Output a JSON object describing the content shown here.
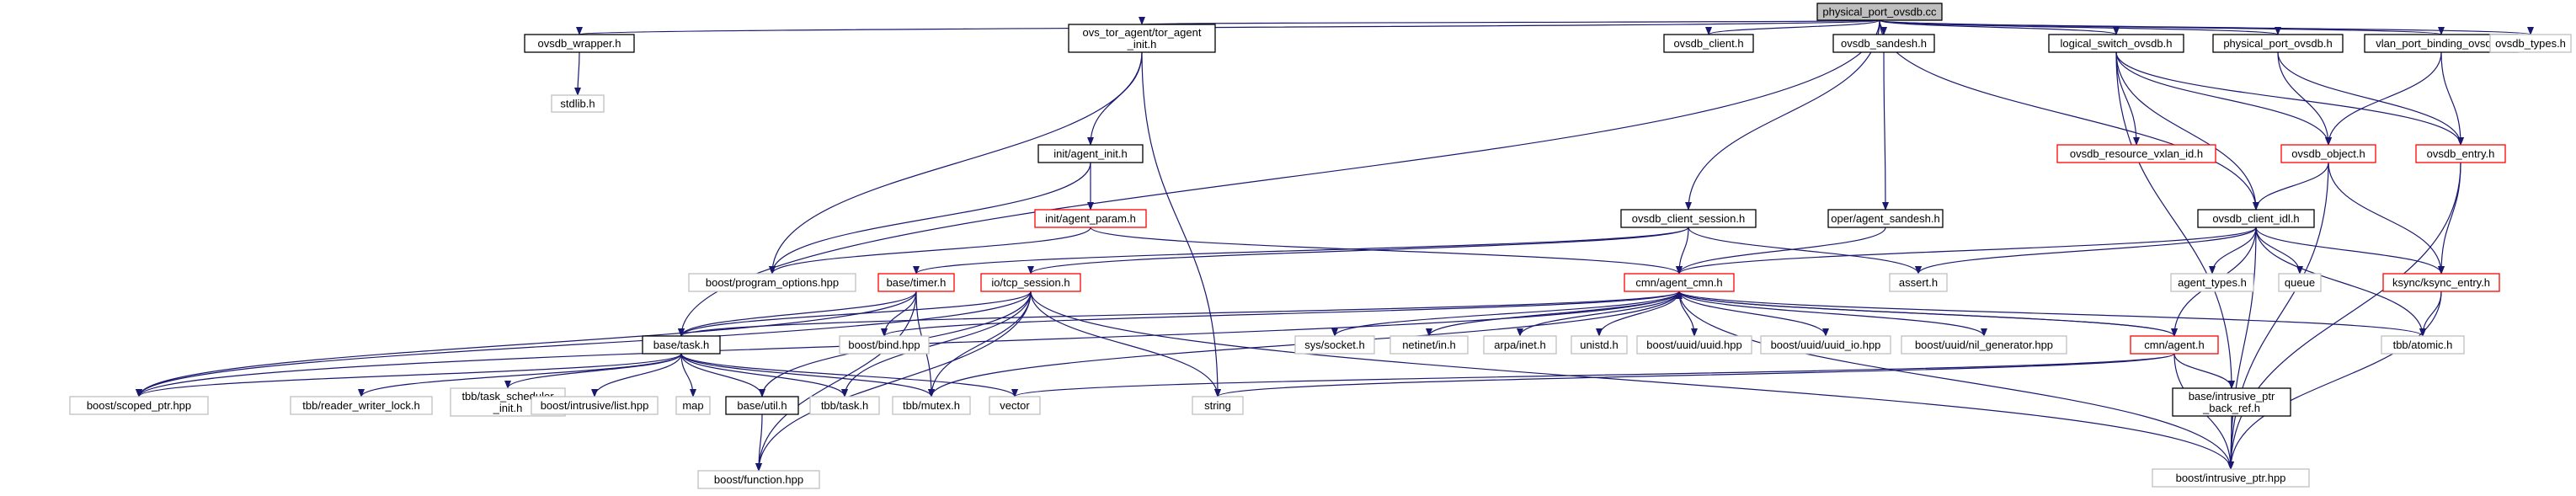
{
  "colors": {
    "edge": "#191970",
    "root_fill": "#bfbfbf",
    "root_border": "#000000",
    "documented_border": "#000000",
    "external_border": "#bfbfbf",
    "truncated_border": "#ff0000",
    "node_fill": "#ffffff"
  },
  "legend": {
    "root": "grey filled box",
    "documented": "black-bordered box",
    "external": "light-grey-bordered box",
    "truncated": "red-bordered box"
  },
  "nodes": [
    {
      "id": "n_root",
      "label": "physical_port_ovsdb.cc",
      "kind": "root"
    },
    {
      "id": "n_wrapper",
      "label": "ovsdb_wrapper.h",
      "kind": "documented"
    },
    {
      "id": "n_stdlib",
      "label": "stdlib.h",
      "kind": "external"
    },
    {
      "id": "n_ovs_tor",
      "label": "ovs_tor_agent/tor_agent\n_init.h",
      "kind": "documented"
    },
    {
      "id": "n_agent_init",
      "label": "init/agent_init.h",
      "kind": "documented"
    },
    {
      "id": "n_agent_param",
      "label": "init/agent_param.h",
      "kind": "truncated"
    },
    {
      "id": "n_program_options",
      "label": "boost/program_options.hpp",
      "kind": "external"
    },
    {
      "id": "n_ovsdb_client",
      "label": "ovsdb_client.h",
      "kind": "documented"
    },
    {
      "id": "n_sandesh",
      "label": "ovsdb_sandesh.h",
      "kind": "documented"
    },
    {
      "id": "n_oper_sandesh",
      "label": "oper/agent_sandesh.h",
      "kind": "documented"
    },
    {
      "id": "n_client_session",
      "label": "ovsdb_client_session.h",
      "kind": "documented"
    },
    {
      "id": "n_logical_switch",
      "label": "logical_switch_ovsdb.h",
      "kind": "documented"
    },
    {
      "id": "n_resource_vxlan",
      "label": "ovsdb_resource_vxlan_id.h",
      "kind": "truncated"
    },
    {
      "id": "n_physical_port",
      "label": "physical_port_ovsdb.h",
      "kind": "documented"
    },
    {
      "id": "n_vlan_port",
      "label": "vlan_port_binding_ovsdb.h",
      "kind": "documented"
    },
    {
      "id": "n_ovsdb_types",
      "label": "ovsdb_types.h",
      "kind": "external"
    },
    {
      "id": "n_ovsdb_object",
      "label": "ovsdb_object.h",
      "kind": "truncated"
    },
    {
      "id": "n_ovsdb_entry",
      "label": "ovsdb_entry.h",
      "kind": "truncated"
    },
    {
      "id": "n_client_idl",
      "label": "ovsdb_client_idl.h",
      "kind": "documented"
    },
    {
      "id": "n_base_timer",
      "label": "base/timer.h",
      "kind": "truncated"
    },
    {
      "id": "n_tcp_session",
      "label": "io/tcp_session.h",
      "kind": "truncated"
    },
    {
      "id": "n_agent_cmn",
      "label": "cmn/agent_cmn.h",
      "kind": "truncated"
    },
    {
      "id": "n_assert",
      "label": "assert.h",
      "kind": "external"
    },
    {
      "id": "n_agent_types",
      "label": "agent_types.h",
      "kind": "external"
    },
    {
      "id": "n_queue",
      "label": "queue",
      "kind": "external"
    },
    {
      "id": "n_ksync_entry",
      "label": "ksync/ksync_entry.h",
      "kind": "truncated"
    },
    {
      "id": "n_base_task",
      "label": "base/task.h",
      "kind": "documented"
    },
    {
      "id": "n_boost_bind",
      "label": "boost/bind.hpp",
      "kind": "external"
    },
    {
      "id": "n_sys_socket",
      "label": "sys/socket.h",
      "kind": "external"
    },
    {
      "id": "n_netinet",
      "label": "netinet/in.h",
      "kind": "external"
    },
    {
      "id": "n_arpa_inet",
      "label": "arpa/inet.h",
      "kind": "external"
    },
    {
      "id": "n_unistd",
      "label": "unistd.h",
      "kind": "external"
    },
    {
      "id": "n_uuid",
      "label": "boost/uuid/uuid.hpp",
      "kind": "external"
    },
    {
      "id": "n_uuid_io",
      "label": "boost/uuid/uuid_io.hpp",
      "kind": "external"
    },
    {
      "id": "n_nil_gen",
      "label": "boost/uuid/nil_generator.hpp",
      "kind": "external"
    },
    {
      "id": "n_cmn_agent",
      "label": "cmn/agent.h",
      "kind": "truncated"
    },
    {
      "id": "n_tbb_atomic",
      "label": "tbb/atomic.h",
      "kind": "external"
    },
    {
      "id": "n_scoped_ptr",
      "label": "boost/scoped_ptr.hpp",
      "kind": "external"
    },
    {
      "id": "n_rw_lock",
      "label": "tbb/reader_writer_lock.h",
      "kind": "external"
    },
    {
      "id": "n_task_sched",
      "label": "tbb/task_scheduler\n_init.h",
      "kind": "external"
    },
    {
      "id": "n_intrusive_list",
      "label": "boost/intrusive/list.hpp",
      "kind": "external"
    },
    {
      "id": "n_map",
      "label": "map",
      "kind": "external"
    },
    {
      "id": "n_base_util",
      "label": "base/util.h",
      "kind": "documented"
    },
    {
      "id": "n_tbb_task",
      "label": "tbb/task.h",
      "kind": "external"
    },
    {
      "id": "n_tbb_mutex",
      "label": "tbb/mutex.h",
      "kind": "external"
    },
    {
      "id": "n_vector",
      "label": "vector",
      "kind": "external"
    },
    {
      "id": "n_string",
      "label": "string",
      "kind": "external"
    },
    {
      "id": "n_intrusive_ptr_back",
      "label": "base/intrusive_ptr\n_back_ref.h",
      "kind": "documented"
    },
    {
      "id": "n_intrusive_ptr",
      "label": "boost/intrusive_ptr.hpp",
      "kind": "external"
    },
    {
      "id": "n_boost_function",
      "label": "boost/function.hpp",
      "kind": "external"
    }
  ],
  "edges": [
    [
      "n_root",
      "n_wrapper"
    ],
    [
      "n_root",
      "n_ovs_tor"
    ],
    [
      "n_root",
      "n_ovsdb_client"
    ],
    [
      "n_root",
      "n_sandesh"
    ],
    [
      "n_root",
      "n_client_session"
    ],
    [
      "n_root",
      "n_logical_switch"
    ],
    [
      "n_root",
      "n_physical_port"
    ],
    [
      "n_root",
      "n_vlan_port"
    ],
    [
      "n_root",
      "n_ovsdb_types"
    ],
    [
      "n_root",
      "n_base_task"
    ],
    [
      "n_root",
      "n_client_idl"
    ],
    [
      "n_wrapper",
      "n_stdlib"
    ],
    [
      "n_ovs_tor",
      "n_agent_init"
    ],
    [
      "n_ovs_tor",
      "n_program_options"
    ],
    [
      "n_ovs_tor",
      "n_string"
    ],
    [
      "n_agent_init",
      "n_agent_param"
    ],
    [
      "n_agent_init",
      "n_program_options"
    ],
    [
      "n_agent_param",
      "n_program_options"
    ],
    [
      "n_agent_param",
      "n_agent_cmn"
    ],
    [
      "n_sandesh",
      "n_oper_sandesh"
    ],
    [
      "n_oper_sandesh",
      "n_agent_cmn"
    ],
    [
      "n_client_session",
      "n_base_timer"
    ],
    [
      "n_client_session",
      "n_tcp_session"
    ],
    [
      "n_client_session",
      "n_agent_cmn"
    ],
    [
      "n_client_session",
      "n_assert"
    ],
    [
      "n_logical_switch",
      "n_resource_vxlan"
    ],
    [
      "n_logical_switch",
      "n_ovsdb_object"
    ],
    [
      "n_logical_switch",
      "n_ovsdb_entry"
    ],
    [
      "n_logical_switch",
      "n_client_idl"
    ],
    [
      "n_logical_switch",
      "n_intrusive_ptr_back"
    ],
    [
      "n_physical_port",
      "n_ovsdb_object"
    ],
    [
      "n_physical_port",
      "n_ovsdb_entry"
    ],
    [
      "n_vlan_port",
      "n_ovsdb_object"
    ],
    [
      "n_vlan_port",
      "n_ovsdb_entry"
    ],
    [
      "n_ovsdb_object",
      "n_client_idl"
    ],
    [
      "n_ovsdb_object",
      "n_ksync_entry"
    ],
    [
      "n_ovsdb_object",
      "n_intrusive_ptr"
    ],
    [
      "n_ovsdb_entry",
      "n_ksync_entry"
    ],
    [
      "n_ovsdb_entry",
      "n_intrusive_ptr"
    ],
    [
      "n_client_idl",
      "n_agent_cmn"
    ],
    [
      "n_client_idl",
      "n_assert"
    ],
    [
      "n_client_idl",
      "n_agent_types"
    ],
    [
      "n_client_idl",
      "n_queue"
    ],
    [
      "n_client_idl",
      "n_ksync_entry"
    ],
    [
      "n_client_idl",
      "n_tbb_atomic"
    ],
    [
      "n_client_idl",
      "n_cmn_agent"
    ],
    [
      "n_client_idl",
      "n_intrusive_ptr"
    ],
    [
      "n_ksync_entry",
      "n_tbb_atomic"
    ],
    [
      "n_ksync_entry",
      "n_intrusive_ptr"
    ],
    [
      "n_base_timer",
      "n_base_task"
    ],
    [
      "n_base_timer",
      "n_boost_bind"
    ],
    [
      "n_base_timer",
      "n_scoped_ptr"
    ],
    [
      "n_base_timer",
      "n_tbb_mutex"
    ],
    [
      "n_base_timer",
      "n_boost_function"
    ],
    [
      "n_tcp_session",
      "n_base_task"
    ],
    [
      "n_tcp_session",
      "n_scoped_ptr"
    ],
    [
      "n_tcp_session",
      "n_base_util"
    ],
    [
      "n_tcp_session",
      "n_tbb_task"
    ],
    [
      "n_tcp_session",
      "n_tbb_mutex"
    ],
    [
      "n_tcp_session",
      "n_string"
    ],
    [
      "n_tcp_session",
      "n_boost_function"
    ],
    [
      "n_tcp_session",
      "n_intrusive_ptr"
    ],
    [
      "n_agent_cmn",
      "n_base_task"
    ],
    [
      "n_agent_cmn",
      "n_boost_bind"
    ],
    [
      "n_agent_cmn",
      "n_sys_socket"
    ],
    [
      "n_agent_cmn",
      "n_netinet"
    ],
    [
      "n_agent_cmn",
      "n_arpa_inet"
    ],
    [
      "n_agent_cmn",
      "n_unistd"
    ],
    [
      "n_agent_cmn",
      "n_uuid"
    ],
    [
      "n_agent_cmn",
      "n_uuid_io"
    ],
    [
      "n_agent_cmn",
      "n_nil_gen"
    ],
    [
      "n_agent_cmn",
      "n_cmn_agent"
    ],
    [
      "n_agent_cmn",
      "n_tbb_atomic"
    ],
    [
      "n_agent_cmn",
      "n_tbb_mutex"
    ],
    [
      "n_agent_cmn",
      "n_intrusive_ptr"
    ],
    [
      "n_agent_cmn",
      "n_scoped_ptr"
    ],
    [
      "n_cmn_agent",
      "n_agent_cmn"
    ],
    [
      "n_cmn_agent",
      "n_vector"
    ],
    [
      "n_cmn_agent",
      "n_string"
    ],
    [
      "n_cmn_agent",
      "n_intrusive_ptr_back"
    ],
    [
      "n_cmn_agent",
      "n_intrusive_ptr"
    ],
    [
      "n_base_task",
      "n_scoped_ptr"
    ],
    [
      "n_base_task",
      "n_rw_lock"
    ],
    [
      "n_base_task",
      "n_task_sched"
    ],
    [
      "n_base_task",
      "n_intrusive_list"
    ],
    [
      "n_base_task",
      "n_map"
    ],
    [
      "n_base_task",
      "n_base_util"
    ],
    [
      "n_base_task",
      "n_tbb_task"
    ],
    [
      "n_base_task",
      "n_tbb_mutex"
    ],
    [
      "n_base_task",
      "n_vector"
    ],
    [
      "n_base_util",
      "n_boost_function"
    ],
    [
      "n_intrusive_ptr_back",
      "n_intrusive_ptr"
    ]
  ]
}
